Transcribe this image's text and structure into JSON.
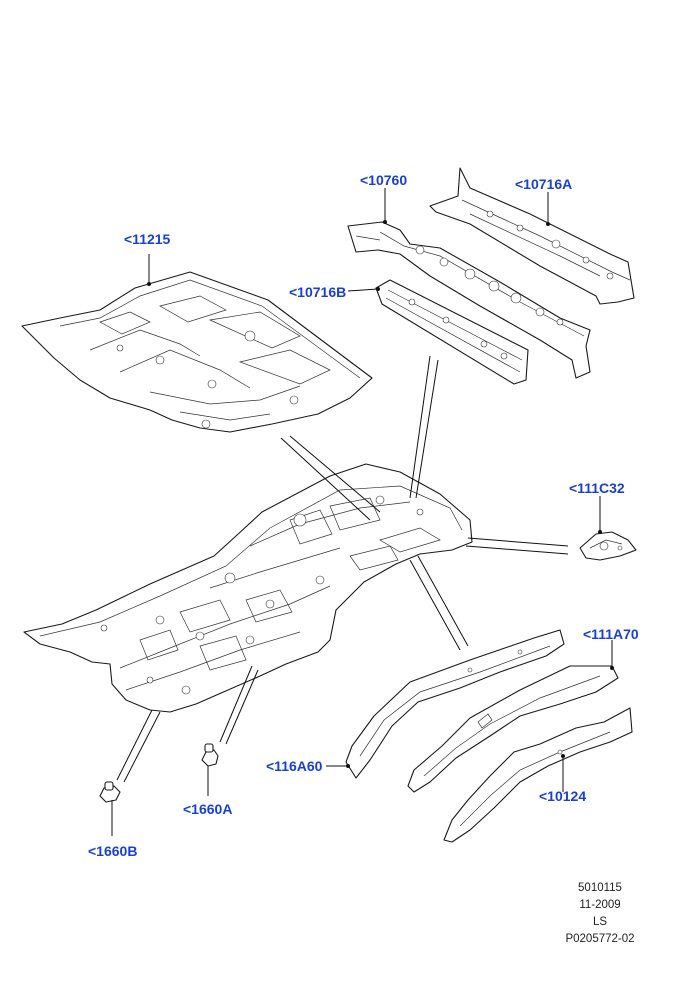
{
  "callouts": {
    "c11215": "<11215",
    "c10760": "<10760",
    "c10716A": "<10716A",
    "c10716B": "<10716B",
    "c111C32": "<111C32",
    "c111A70": "<111A70",
    "c116A60": "<116A60",
    "c10124": "<10124",
    "c1660A": "<1660A",
    "c1660B": "<1660B"
  },
  "footer": {
    "line1": "5010115",
    "line2": "11-2009",
    "line3": "LS",
    "line4": "P0205772-02"
  },
  "colors": {
    "callout": "#1a3fd8",
    "line": "#111111"
  }
}
